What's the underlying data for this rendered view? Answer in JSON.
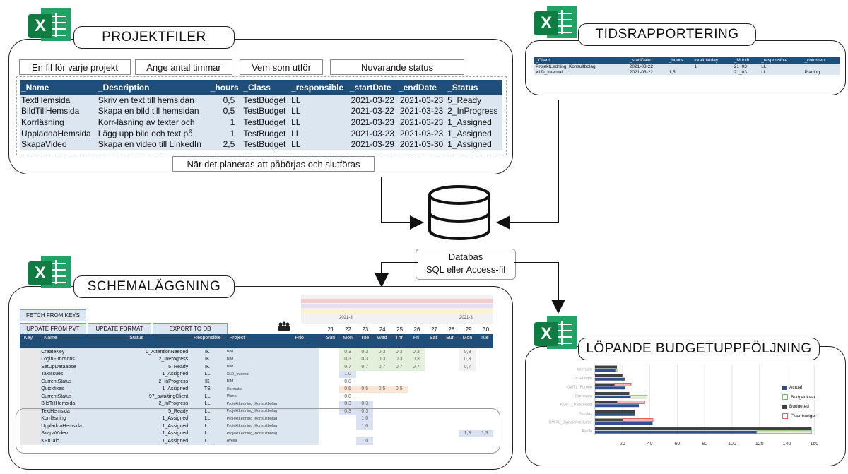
{
  "projektfiler": {
    "title": "PROJEKTFILER",
    "notes": [
      "En fil för varje projekt",
      "Ange antal timmar",
      "Vem som utför",
      "Nuvarande status"
    ],
    "bottom_note": "När det planeras att påbörjas och slutföras",
    "columns": [
      "_Name",
      "_Description",
      "_hours",
      "_Class",
      "_responsible",
      "_startDate",
      "_endDate",
      "_Status"
    ],
    "rows": [
      [
        "TextHemsida",
        "Skriv en text till hemsidan",
        "0,5",
        "TestBudget",
        "LL",
        "2021-03-22",
        "2021-03-23",
        "5_Ready"
      ],
      [
        "BildTillHemsida",
        "Skapa en bild till hemsidan",
        "0,5",
        "TestBudget",
        "LL",
        "2021-03-22",
        "2021-03-23",
        "2_InProgress"
      ],
      [
        "Korrläsning",
        "Korr-läsning av texter och",
        "1",
        "TestBudget",
        "LL",
        "2021-03-23",
        "2021-03-23",
        "1_Assigned"
      ],
      [
        "UppladdaHemsida",
        "Lägg upp bild och text på",
        "1",
        "TestBudget",
        "LL",
        "2021-03-23",
        "2021-03-23",
        "1_Assigned"
      ],
      [
        "SkapaVideo",
        "Skapa en video till LinkedIn",
        "2,5",
        "TestBudget",
        "LL",
        "2021-03-29",
        "2021-03-30",
        "1_Assigned"
      ]
    ]
  },
  "tidsrapportering": {
    "title": "TIDSRAPPORTERING",
    "columns": [
      "_Client",
      "_startDate",
      "_hours",
      "totalthatday",
      "_Month",
      "_responsible",
      "_comment"
    ],
    "rows": [
      [
        "ProjektLedning_Konsultbolag",
        "2021-03-22",
        "",
        "1",
        "21_03",
        "LL",
        ""
      ],
      [
        "XLD_Internal",
        "2021-03-22",
        "1,5",
        "",
        "21_03",
        "LL",
        "Planing"
      ]
    ]
  },
  "database": {
    "line1": "Databas",
    "line2": "SQL eller Access-fil"
  },
  "schemalaggning": {
    "title": "SCHEMALÄGGNING",
    "buttons": {
      "fetch": "FETCH FROM KEYS",
      "update_pvt": "UPDATE FROM PVT",
      "update_format": "UPDATE FORMAT",
      "export": "EXPORT TO DB"
    },
    "columns": [
      "_Key",
      "_Name",
      "_Status",
      "_Responsible",
      "_Project",
      "Prio_"
    ],
    "month_labels": [
      "2021-3",
      "2021-3"
    ],
    "days": [
      {
        "num": "21",
        "wd": "Sun"
      },
      {
        "num": "22",
        "wd": "Mon"
      },
      {
        "num": "23",
        "wd": "Tue"
      },
      {
        "num": "24",
        "wd": "Wed"
      },
      {
        "num": "25",
        "wd": "Thr"
      },
      {
        "num": "26",
        "wd": "Fri"
      },
      {
        "num": "27",
        "wd": "Sat"
      },
      {
        "num": "28",
        "wd": "Sun"
      },
      {
        "num": "29",
        "wd": "Mon"
      },
      {
        "num": "30",
        "wd": "Tue"
      }
    ],
    "rows": [
      {
        "name": "CreateKey",
        "status": "0_AttentionNeeded",
        "resp": "IK",
        "project": "BIM",
        "cells": [
          "",
          "0,3",
          "0,3",
          "0,3",
          "0,3",
          "0,3",
          "",
          "",
          "0,3",
          ""
        ]
      },
      {
        "name": "LoginFunctions",
        "status": "2_InProgress",
        "resp": "IK",
        "project": "BIM",
        "cells": [
          "",
          "0,3",
          "0,3",
          "0,3",
          "0,3",
          "0,3",
          "",
          "",
          "0,3",
          ""
        ]
      },
      {
        "name": "SetUpDataabse",
        "status": "5_Ready",
        "resp": "IK",
        "project": "BIM",
        "cells": [
          "",
          "0,7",
          "0,7",
          "0,7",
          "0,7",
          "0,7",
          "",
          "",
          "0,7",
          ""
        ]
      },
      {
        "name": "TaxIssues",
        "status": "1_Assigned",
        "resp": "LL",
        "project": "XLD_Internal",
        "cells": [
          "",
          "1,0",
          "",
          "",
          "",
          "",
          "",
          "",
          "",
          ""
        ]
      },
      {
        "name": "CurrentStatus",
        "status": "2_InProgress",
        "resp": "IK",
        "project": "BIM",
        "cells": [
          "",
          "0,0",
          "",
          "",
          "",
          "",
          "",
          "",
          "",
          ""
        ]
      },
      {
        "name": "Quickfixes",
        "status": "1_Assigned",
        "resp": "TS",
        "project": "Harmatic",
        "cells": [
          "",
          "0,5",
          "0,5",
          "0,5",
          "0,5",
          "",
          "",
          "",
          "",
          ""
        ]
      },
      {
        "name": "CurrentStatus",
        "status": "97_awaitingClient",
        "resp": "LL",
        "project": "Plano",
        "cells": [
          "",
          "0,0",
          "",
          "",
          "",
          "",
          "",
          "",
          "",
          ""
        ]
      },
      {
        "name": "BildTillHemsida",
        "status": "2_InProgress",
        "resp": "LL",
        "project": "ProjektLedning_Konsultbolag",
        "cells": [
          "",
          "0,3",
          "0,3",
          "",
          "",
          "",
          "",
          "",
          "",
          ""
        ]
      },
      {
        "name": "TextHemsida",
        "status": "5_Ready",
        "resp": "LL",
        "project": "ProjektLedning_Konsultbolag",
        "cells": [
          "",
          "0,3",
          "0,3",
          "",
          "",
          "",
          "",
          "",
          "",
          ""
        ]
      },
      {
        "name": "Korrläsning",
        "status": "1_Assigned",
        "resp": "LL",
        "project": "ProjektLedning_Konsultbolag",
        "cells": [
          "",
          "",
          "1,0",
          "",
          "",
          "",
          "",
          "",
          "",
          ""
        ]
      },
      {
        "name": "UppladdaHemsida",
        "status": "1_Assigned",
        "resp": "LL",
        "project": "ProjektLedning_Konsultbolag",
        "cells": [
          "",
          "",
          "1,0",
          "",
          "",
          "",
          "",
          "",
          "",
          ""
        ]
      },
      {
        "name": "SkapaVideo",
        "status": "1_Assigned",
        "resp": "LL",
        "project": "ProjektLedning_Konsultbolag",
        "cells": [
          "",
          "",
          "",
          "",
          "",
          "",
          "",
          "",
          "1,3",
          "1,3"
        ]
      },
      {
        "name": "KPICalc",
        "status": "1_Assigned",
        "resp": "LL",
        "project": "Avella",
        "cells": [
          "",
          "",
          "1,0",
          "",
          "",
          "",
          "",
          "",
          "",
          ""
        ]
      }
    ]
  },
  "budget": {
    "title": "LÖPANDE BUDGETUPPFÖLJNING",
    "chart_data": {
      "type": "bar",
      "orientation": "horizontal",
      "categories": [
        "Intersom",
        "CPUEurope",
        "KMITL_Fordon",
        "Ogruppen",
        "KMITL_Parkmedel",
        "Nordax",
        "KMITL_DigitalaProdukter",
        "Avella"
      ],
      "series": [
        {
          "name": "Actual",
          "color": "#2f4f8f",
          "values": [
            15,
            22,
            22,
            26,
            32,
            29,
            42,
            118
          ]
        },
        {
          "name": "Budget kvar",
          "color": "#7fb66e",
          "values": [
            1,
            0,
            0,
            12,
            0,
            0,
            0,
            40
          ]
        },
        {
          "name": "Budgeted",
          "color": "#404040",
          "values": [
            16,
            20,
            26,
            25,
            36,
            29,
            42,
            158
          ]
        },
        {
          "name": "Över budget",
          "color": "#e86060",
          "values": [
            0,
            0,
            12,
            0,
            20,
            0,
            22,
            0
          ]
        }
      ],
      "ticks": [
        "20",
        "40",
        "60",
        "80",
        "100",
        "120",
        "140",
        "160"
      ],
      "xlim": [
        0,
        165
      ]
    }
  }
}
